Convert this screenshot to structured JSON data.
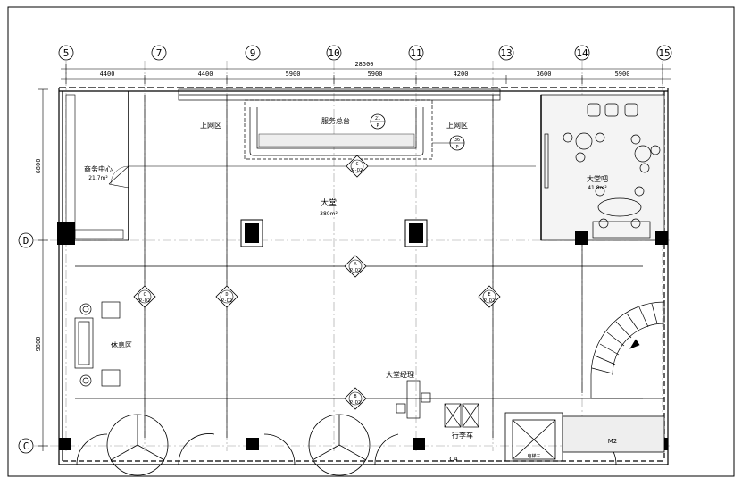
{
  "drawing": {
    "axes_top": [
      "5",
      "7",
      "9",
      "10",
      "11",
      "13",
      "14",
      "15"
    ],
    "axes_left": [
      "D",
      "C"
    ],
    "overall_dim": "28500",
    "top_dims": [
      "4400",
      "4400",
      "5900",
      "5900",
      "4200",
      "3600",
      "5900"
    ],
    "left_dims": [
      "6800",
      "9800"
    ]
  },
  "rooms": {
    "business_center": {
      "name": "商务中心",
      "area": "21.7m²"
    },
    "service_desk": {
      "name": "服务总台"
    },
    "internet_left": {
      "name": "上网区"
    },
    "internet_right": {
      "name": "上网区"
    },
    "lobby": {
      "name": "大堂",
      "area": "380m²"
    },
    "lobby_bar": {
      "name": "大堂吧",
      "area": "41.8m²"
    },
    "lounge": {
      "name": "休息区"
    },
    "lobby_manager": {
      "name": "大堂经理"
    },
    "luggage_cart": {
      "name": "行李车"
    },
    "elevator": {
      "name": "电梯三"
    },
    "door_m2": {
      "name": "M2"
    },
    "door_c4": {
      "name": "C4"
    }
  },
  "markers": {
    "desk_ref": "21",
    "desk_ref_sub": "P",
    "section_ref": "36",
    "section_ref_sub": "P",
    "elev_a": "A",
    "elev_b": "B",
    "elev_c_top": "C",
    "elev_c_left": "C",
    "elev_d": "D",
    "elev_e": "E",
    "elev_sheet": "P-D2"
  }
}
